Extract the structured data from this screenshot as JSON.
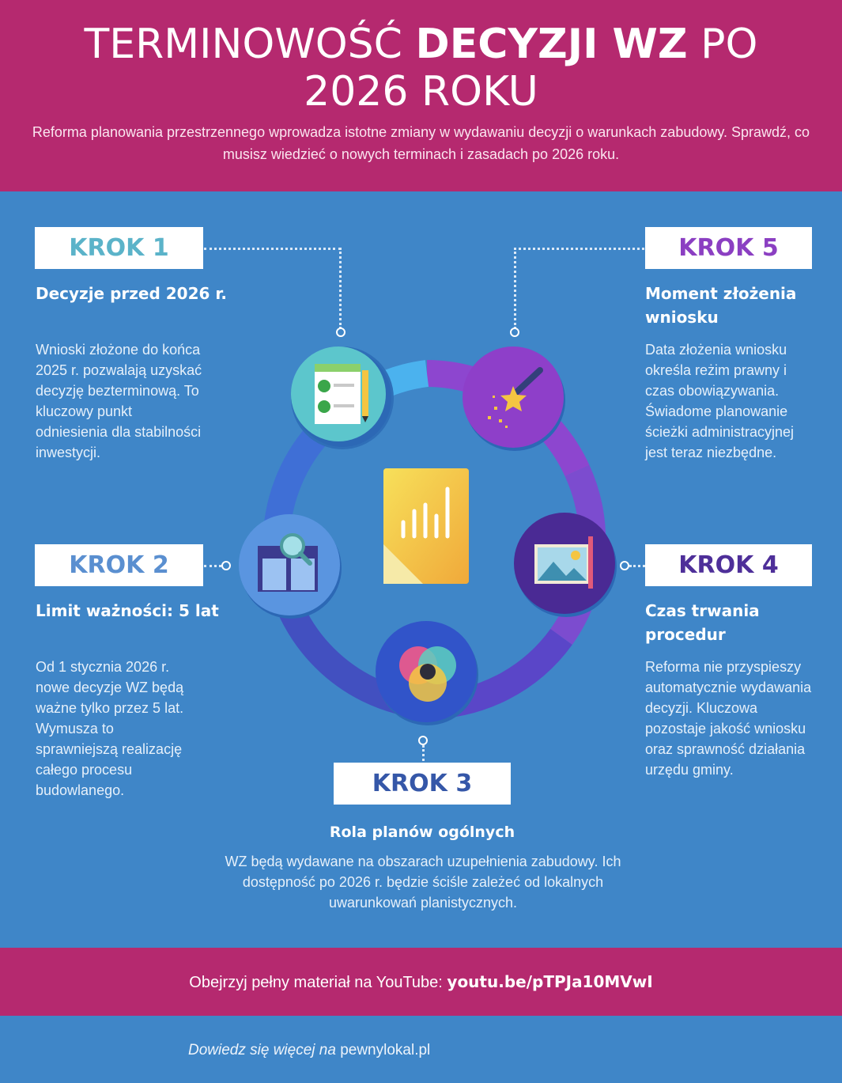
{
  "header": {
    "title_part1": "TERMINOWOŚĆ ",
    "title_bold": "DECYZJI WZ",
    "title_part2": " PO",
    "title_line2": "2026 ROKU",
    "subtitle_line1": "Reforma planowania przestrzennego wprowadza istotne zmiany w wydawaniu decyzji o warunkach zabudowy. Sprawdź, co",
    "subtitle_line2": "musisz wiedzieć o nowych terminach i zasadach po 2026 roku."
  },
  "steps": [
    {
      "label": "KROK 1",
      "color": "#5bb3c9",
      "title": "Decyzje przed 2026 r.",
      "text": [
        "Wnioski złożone do końca",
        "2025 r. pozwalają uzyskać",
        "decyzję bezterminową. To",
        "kluczowy punkt",
        "odniesienia dla stabilności",
        "inwestycji."
      ],
      "icon": "checklist-icon"
    },
    {
      "label": "KROK 2",
      "color": "#5a8fd0",
      "title": "Limit ważności: 5 lat",
      "text": [
        "Od 1 stycznia 2026 r.",
        "nowe decyzje WZ będą",
        "ważne tylko przez 5 lat.",
        "Wymusza to",
        "sprawniejszą realizację",
        "całego procesu",
        "budowlanego."
      ],
      "icon": "search-documents-icon"
    },
    {
      "label": "KROK 3",
      "color": "#3557a8",
      "title": "Rola planów ogólnych",
      "text": [
        "WZ będą wydawane na obszarach uzupełnienia zabudowy. Ich",
        "dostępność po 2026 r. będzie ściśle zależeć od lokalnych",
        "uwarunkowań planistycznych."
      ],
      "icon": "venn-circles-icon"
    },
    {
      "label": "KROK 4",
      "color": "#4e2f99",
      "title_lines": [
        "Czas trwania",
        "procedur"
      ],
      "text": [
        "Reforma nie przyspieszy",
        "automatycznie wydawania",
        "decyzji. Kluczowa",
        "pozostaje jakość wniosku",
        "oraz sprawność działania",
        "urzędu gminy."
      ],
      "icon": "picture-icon"
    },
    {
      "label": "KROK 5",
      "color": "#8b3fc2",
      "title_lines": [
        "Moment złożenia",
        "wniosku"
      ],
      "text": [
        "Data złożenia wniosku",
        "określa reżim prawny i",
        "czas obowiązywania.",
        "Świadome planowanie",
        "ścieżki administracyjnej",
        "jest teraz niezbędne."
      ],
      "icon": "magic-wand-icon"
    }
  ],
  "center_icon": "chart-document-icon",
  "footer": {
    "text": "Obejrzyj pełny materiał na YouTube: ",
    "link": "youtu.be/pTPJa10MVwI"
  },
  "credit": {
    "italic": "Dowiedz się więcej na",
    "site": " pewnylokal.pl"
  }
}
